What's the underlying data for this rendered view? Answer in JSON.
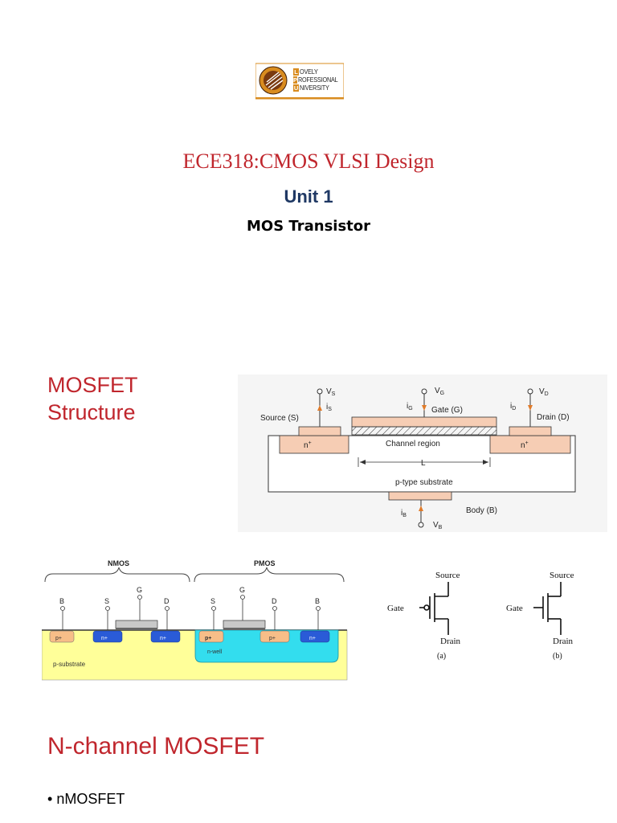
{
  "logo": {
    "rows": [
      {
        "cap": "L",
        "rest": "OVELY"
      },
      {
        "cap": "P",
        "rest": "ROFESSIONAL"
      },
      {
        "cap": "U",
        "rest": "NIVERSITY"
      }
    ]
  },
  "header": {
    "course": "ECE318:CMOS VLSI Design",
    "unit": "Unit 1",
    "topic": "MOS Transistor"
  },
  "section1": {
    "heading_line1": "MOSFET",
    "heading_line2": "Structure"
  },
  "structure_figure": {
    "vs": "V",
    "vs_sub": "S",
    "is": "i",
    "is_sub": "S",
    "vg": "V",
    "vg_sub": "G",
    "ig": "i",
    "ig_sub": "G",
    "gate": "Gate (G)",
    "vd": "V",
    "vd_sub": "D",
    "id": "i",
    "id_sub": "D",
    "drain": "Drain (D)",
    "source": "Source (S)",
    "n_plus": "n",
    "plus": "+",
    "channel": "Channel region",
    "length": "L",
    "substrate": "p-type substrate",
    "ib": "i",
    "ib_sub": "B",
    "body": "Body (B)",
    "vb": "V",
    "vb_sub": "B"
  },
  "cmos_figure": {
    "nmos": "NMOS",
    "pmos": "PMOS",
    "terminals": [
      "B",
      "S",
      "G",
      "D",
      "S",
      "G",
      "D",
      "B"
    ],
    "regions": [
      "p+",
      "n+",
      "n+",
      "p+",
      "p+",
      "n+"
    ],
    "substrate": "p-substrate",
    "well": "n-well"
  },
  "symbols_figure": {
    "source_a": "Source",
    "gate_a": "Gate",
    "drain_a": "Drain",
    "caption_a": "(a)",
    "source_b": "Source",
    "gate_b": "Gate",
    "drain_b": "Drain",
    "caption_b": "(b)"
  },
  "section2": {
    "heading": "N-channel MOSFET",
    "bullet_symbol": "•",
    "bullet": "nMOSFET"
  },
  "colors": {
    "title_red": "#c0262d",
    "unit_blue": "#1f3864",
    "n_region": "#f6cdb4",
    "substrate_yellow": "#ffff99",
    "nwell_cyan": "#33ddee",
    "n_plus_blue": "#2a5bd7",
    "p_plus_orange": "#f7be88"
  }
}
